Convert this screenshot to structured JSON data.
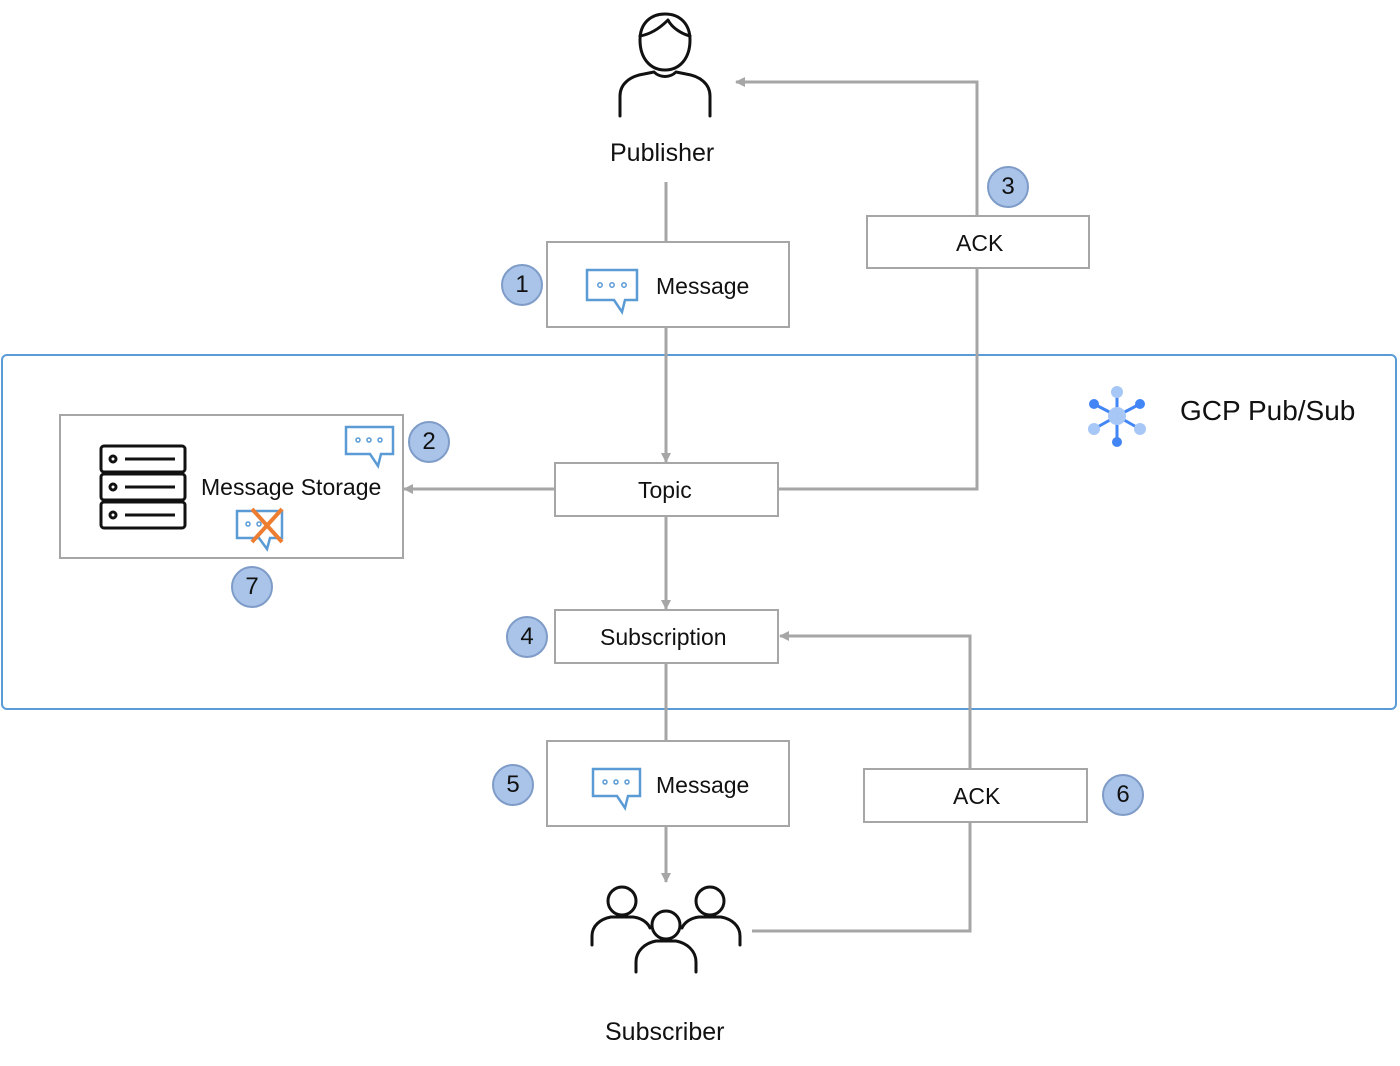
{
  "publisher": {
    "label": "Publisher"
  },
  "subscriber": {
    "label": "Subscriber"
  },
  "platform": {
    "label": "GCP Pub/Sub"
  },
  "nodes": {
    "message_in": "Message",
    "ack_publisher": "ACK",
    "topic": "Topic",
    "message_storage": "Message Storage",
    "subscription": "Subscription",
    "message_out": "Message",
    "ack_subscriber": "ACK"
  },
  "steps": {
    "s1": "1",
    "s2": "2",
    "s3": "3",
    "s4": "4",
    "s5": "5",
    "s6": "6",
    "s7": "7"
  },
  "colors": {
    "connector": "#a6a6a6",
    "region_border": "#5b9bd5",
    "badge_fill": "#a9c4e8",
    "chat_icon": "#5b9bd5",
    "delete_mark": "#ed7d31",
    "pubsub_icon": "#4285f4"
  },
  "icons": [
    "person-icon",
    "people-icon",
    "chat-bubble-icon",
    "server-stack-icon",
    "delete-x-icon",
    "pubsub-hub-icon"
  ]
}
